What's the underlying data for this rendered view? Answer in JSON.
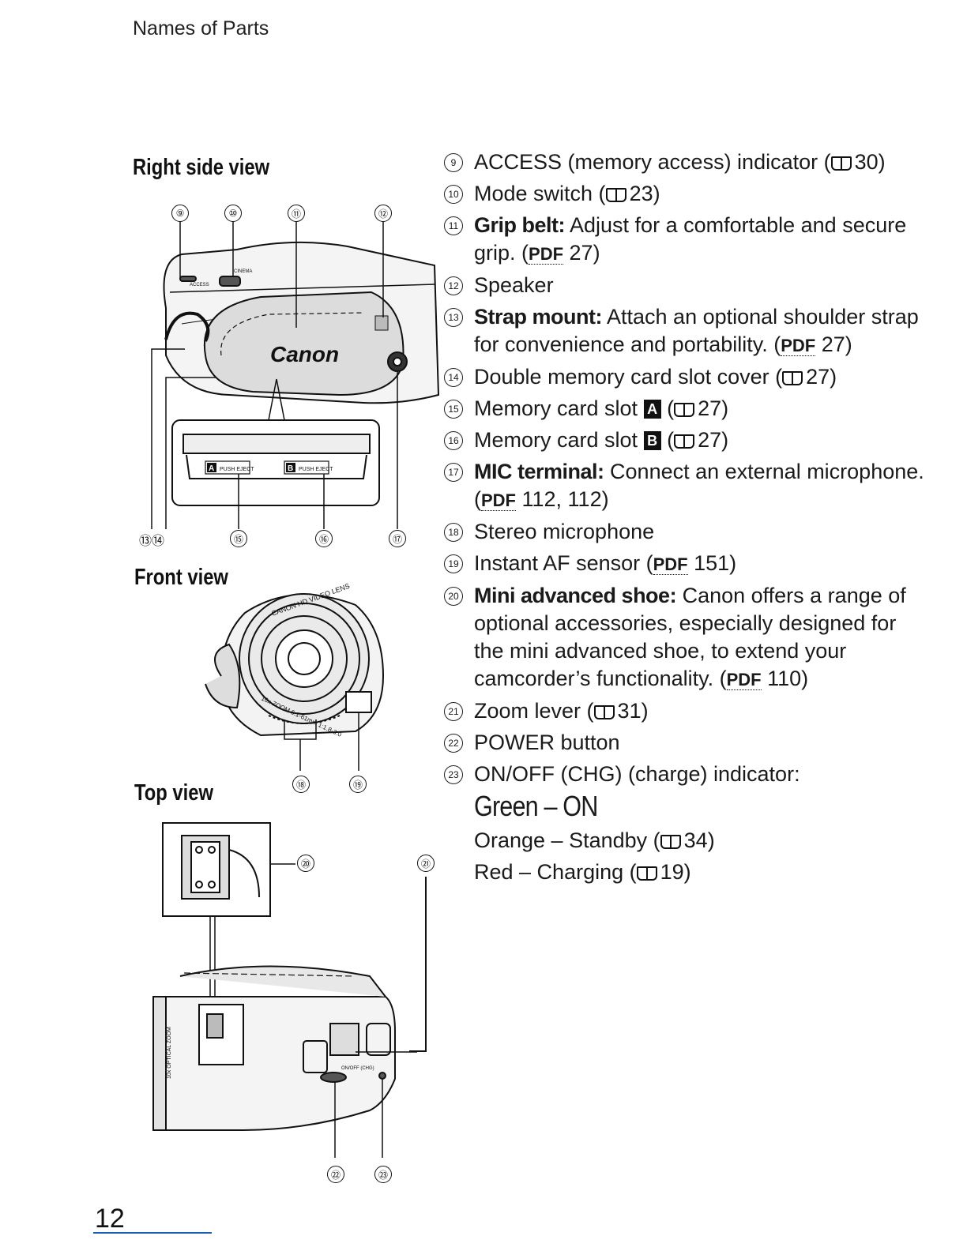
{
  "header": {
    "title": "Names of Parts"
  },
  "sections": {
    "right_side": "Right side view",
    "front": "Front view",
    "top": "Top view"
  },
  "diagram_labels": {
    "right_top": [
      "⑨",
      "⑩",
      "⑪",
      "⑫"
    ],
    "right_bottom": [
      "⑬⑭",
      "⑮",
      "⑯",
      "⑰"
    ],
    "front_bottom": [
      "⑱",
      "⑲"
    ],
    "top_20": "⑳",
    "top_21": "㉑",
    "top_bottom": [
      "㉒",
      "㉓"
    ],
    "brand": "Canon",
    "access": "ACCESS",
    "cinema": "CINEMA",
    "push_eject": "PUSH EJECT",
    "slot_a": "A",
    "slot_b": "B",
    "lens_text": "CANON HD VIDEO LENS",
    "zoom_text": "10x ZOOM 6.1-61mm 1:1.8-3.0",
    "optical_zoom": "10x OPTICAL ZOOM",
    "onoff_chg": "ON/OFF (CHG)"
  },
  "items": [
    {
      "num": "9",
      "text": "ACCESS (memory access) indicator (",
      "ref": "30)"
    },
    {
      "num": "10",
      "text": "Mode switch (",
      "ref": "23)"
    },
    {
      "num": "11",
      "bold": "Grip belt:",
      "text": " Adjust for a comfortable and secure grip. (",
      "pdf": "PDF",
      "ref": " 27)"
    },
    {
      "num": "12",
      "text": "Speaker"
    },
    {
      "num": "13",
      "bold": "Strap mount:",
      "text": " Attach an optional shoulder strap for convenience and portability. (",
      "pdf": "PDF",
      "ref": " 27)"
    },
    {
      "num": "14",
      "text": "Double memory card slot cover (",
      "ref": "27)"
    },
    {
      "num": "15",
      "text": "Memory card slot ",
      "badge": "A",
      "text2": " (",
      "ref": "27)"
    },
    {
      "num": "16",
      "text": "Memory card slot ",
      "badge": "B",
      "text2": " (",
      "ref": "27)"
    },
    {
      "num": "17",
      "bold": "MIC terminal:",
      "text": " Connect an external microphone. (",
      "pdf": "PDF",
      "ref": " 112, 112)"
    },
    {
      "num": "18",
      "text": "Stereo microphone"
    },
    {
      "num": "19",
      "text": "Instant AF sensor (",
      "pdf": "PDF",
      "ref": " 151)"
    },
    {
      "num": "20",
      "bold": "Mini advanced shoe:",
      "text": " Canon offers a range of optional accessories, especially designed for the mini advanced shoe, to extend your camcorder’s functionality. (",
      "pdf": "PDF",
      "ref": " 110)"
    },
    {
      "num": "21",
      "text": "Zoom lever (",
      "ref": "31)"
    },
    {
      "num": "22",
      "text": "POWER button"
    },
    {
      "num": "23",
      "text": "ON/OFF (CHG) (charge) indicator:"
    }
  ],
  "status": {
    "green": "Green – ON",
    "orange_text": "Orange – Standby (",
    "orange_ref": "34)",
    "red_text": "Red – Charging (",
    "red_ref": "19)"
  },
  "page_number": "12"
}
